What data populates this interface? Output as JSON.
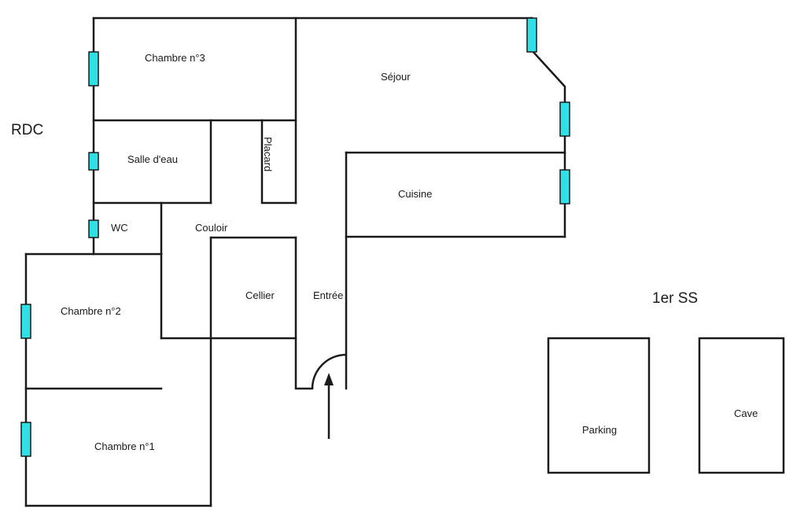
{
  "levels": {
    "ground": "RDC",
    "basement": "1er SS"
  },
  "rooms": {
    "chambre3": "Chambre n°3",
    "sejour": "Séjour",
    "salle_eau": "Salle d'eau",
    "placard": "Placard",
    "cuisine": "Cuisine",
    "wc": "WC",
    "couloir": "Couloir",
    "cellier": "Cellier",
    "entree": "Entrée",
    "chambre2": "Chambre n°2",
    "chambre1": "Chambre n°1",
    "parking": "Parking",
    "cave": "Cave"
  },
  "colors": {
    "window": "#2fe0e6",
    "wall": "#1a1a1a"
  }
}
